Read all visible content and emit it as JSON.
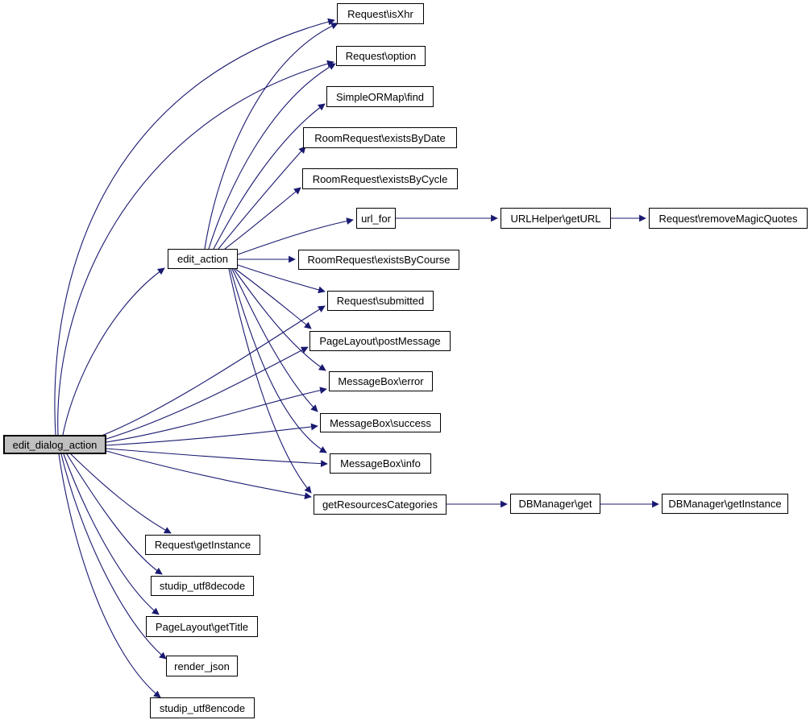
{
  "graph": {
    "kind": "call-graph",
    "colors": {
      "edge": "#191970",
      "node_fill": "#ffffff",
      "node_border": "#000000",
      "highlighted_node_fill": "#c0c0c0"
    },
    "nodes": [
      {
        "id": "edit_dialog_action",
        "label": "edit_dialog_action",
        "highlighted": true
      },
      {
        "id": "edit_action",
        "label": "edit_action",
        "highlighted": false
      },
      {
        "id": "request_isxhr",
        "label": "Request\\isXhr",
        "highlighted": false
      },
      {
        "id": "request_option",
        "label": "Request\\option",
        "highlighted": false
      },
      {
        "id": "simpleormap_find",
        "label": "SimpleORMap\\find",
        "highlighted": false
      },
      {
        "id": "roomrequest_existsbydate",
        "label": "RoomRequest\\existsByDate",
        "highlighted": false
      },
      {
        "id": "roomrequest_existsbycycle",
        "label": "RoomRequest\\existsByCycle",
        "highlighted": false
      },
      {
        "id": "url_for",
        "label": "url_for",
        "highlighted": false
      },
      {
        "id": "urlhelper_geturl",
        "label": "URLHelper\\getURL",
        "highlighted": false
      },
      {
        "id": "request_removemagicquotes",
        "label": "Request\\removeMagicQuotes",
        "highlighted": false
      },
      {
        "id": "roomrequest_existsbycourse",
        "label": "RoomRequest\\existsByCourse",
        "highlighted": false
      },
      {
        "id": "request_submitted",
        "label": "Request\\submitted",
        "highlighted": false
      },
      {
        "id": "pagelayout_postmessage",
        "label": "PageLayout\\postMessage",
        "highlighted": false
      },
      {
        "id": "messagebox_error",
        "label": "MessageBox\\error",
        "highlighted": false
      },
      {
        "id": "messagebox_success",
        "label": "MessageBox\\success",
        "highlighted": false
      },
      {
        "id": "messagebox_info",
        "label": "MessageBox\\info",
        "highlighted": false
      },
      {
        "id": "getresourcescategories",
        "label": "getResourcesCategories",
        "highlighted": false
      },
      {
        "id": "dbmanager_get",
        "label": "DBManager\\get",
        "highlighted": false
      },
      {
        "id": "dbmanager_getinstance",
        "label": "DBManager\\getInstance",
        "highlighted": false
      },
      {
        "id": "request_getinstance",
        "label": "Request\\getInstance",
        "highlighted": false
      },
      {
        "id": "studip_utf8decode",
        "label": "studip_utf8decode",
        "highlighted": false
      },
      {
        "id": "pagelayout_gettitle",
        "label": "PageLayout\\getTitle",
        "highlighted": false
      },
      {
        "id": "render_json",
        "label": "render_json",
        "highlighted": false
      },
      {
        "id": "studip_utf8encode",
        "label": "studip_utf8encode",
        "highlighted": false
      }
    ],
    "edges": [
      {
        "from": "edit_dialog_action",
        "to": "edit_action"
      },
      {
        "from": "edit_dialog_action",
        "to": "request_isxhr"
      },
      {
        "from": "edit_dialog_action",
        "to": "request_option"
      },
      {
        "from": "edit_dialog_action",
        "to": "request_submitted"
      },
      {
        "from": "edit_dialog_action",
        "to": "pagelayout_postmessage"
      },
      {
        "from": "edit_dialog_action",
        "to": "messagebox_error"
      },
      {
        "from": "edit_dialog_action",
        "to": "messagebox_success"
      },
      {
        "from": "edit_dialog_action",
        "to": "messagebox_info"
      },
      {
        "from": "edit_dialog_action",
        "to": "getresourcescategories"
      },
      {
        "from": "edit_dialog_action",
        "to": "request_getinstance"
      },
      {
        "from": "edit_dialog_action",
        "to": "studip_utf8decode"
      },
      {
        "from": "edit_dialog_action",
        "to": "pagelayout_gettitle"
      },
      {
        "from": "edit_dialog_action",
        "to": "render_json"
      },
      {
        "from": "edit_dialog_action",
        "to": "studip_utf8encode"
      },
      {
        "from": "edit_action",
        "to": "request_isxhr"
      },
      {
        "from": "edit_action",
        "to": "request_option"
      },
      {
        "from": "edit_action",
        "to": "simpleormap_find"
      },
      {
        "from": "edit_action",
        "to": "roomrequest_existsbydate"
      },
      {
        "from": "edit_action",
        "to": "roomrequest_existsbycycle"
      },
      {
        "from": "edit_action",
        "to": "url_for"
      },
      {
        "from": "edit_action",
        "to": "roomrequest_existsbycourse"
      },
      {
        "from": "edit_action",
        "to": "request_submitted"
      },
      {
        "from": "edit_action",
        "to": "pagelayout_postmessage"
      },
      {
        "from": "edit_action",
        "to": "messagebox_error"
      },
      {
        "from": "edit_action",
        "to": "messagebox_success"
      },
      {
        "from": "edit_action",
        "to": "messagebox_info"
      },
      {
        "from": "edit_action",
        "to": "getresourcescategories"
      },
      {
        "from": "url_for",
        "to": "urlhelper_geturl"
      },
      {
        "from": "urlhelper_geturl",
        "to": "request_removemagicquotes"
      },
      {
        "from": "getresourcescategories",
        "to": "dbmanager_get"
      },
      {
        "from": "dbmanager_get",
        "to": "dbmanager_getinstance"
      }
    ]
  }
}
